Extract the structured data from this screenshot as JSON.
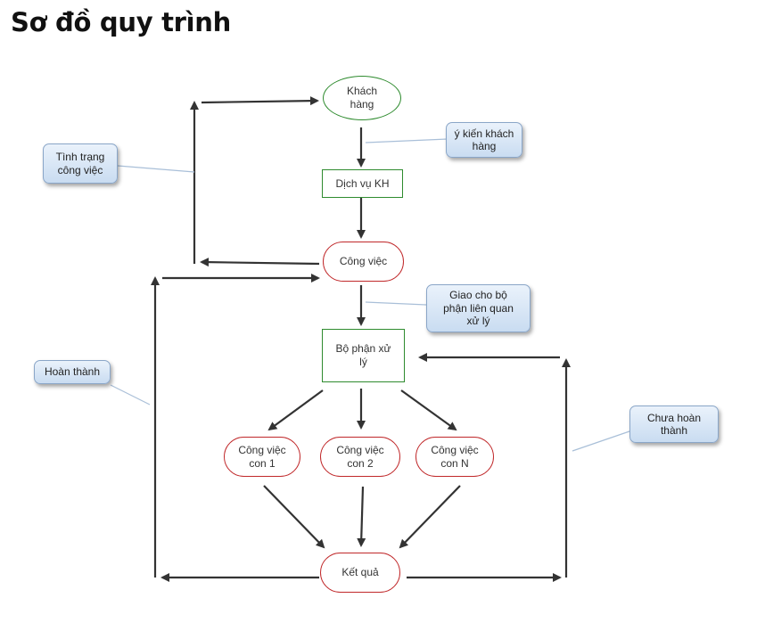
{
  "title": "Sơ đồ quy trình",
  "nodes": {
    "khach_hang": "Khách\nhàng",
    "dich_vu_kh": "Dịch vụ KH",
    "cong_viec": "Công việc",
    "bo_phan_xu_ly": "Bộ phận xử\nlý",
    "cong_viec_con_1": "Công việc\ncon 1",
    "cong_viec_con_2": "Công việc\ncon 2",
    "cong_viec_con_n": "Công việc\ncon N",
    "ket_qua": "Kết quả"
  },
  "callouts": {
    "y_kien_khach_hang": "ý kiến khách\nhàng",
    "tinh_trang_cong_viec": "Tình trạng\ncông việc",
    "giao_cho_bo_phan": "Giao cho bộ\nphận liên quan\nxử lý",
    "hoan_thanh": "Hoàn thành",
    "chua_hoan_thanh": "Chưa hoàn\nthành"
  }
}
